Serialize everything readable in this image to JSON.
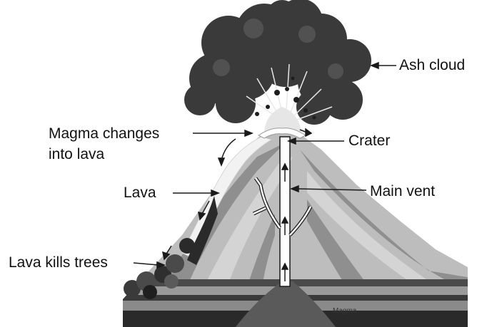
{
  "labels": {
    "ash_cloud": "Ash cloud",
    "magma_changes_line1": "Magma changes",
    "magma_changes_line2": "into lava",
    "crater": "Crater",
    "lava": "Lava",
    "main_vent": "Main vent",
    "lava_kills_trees": "Lava kills trees",
    "magma": "Magma"
  },
  "colors": {
    "cloud": "#3a3a3a",
    "cloud_highlight": "#5c5c5c",
    "band_light": "#d9d9d9",
    "band_mid": "#a9a9a9",
    "band_dark": "#7a7a7a",
    "lava_flow": "#f2f2f2",
    "ground": "#2a2a2a"
  }
}
